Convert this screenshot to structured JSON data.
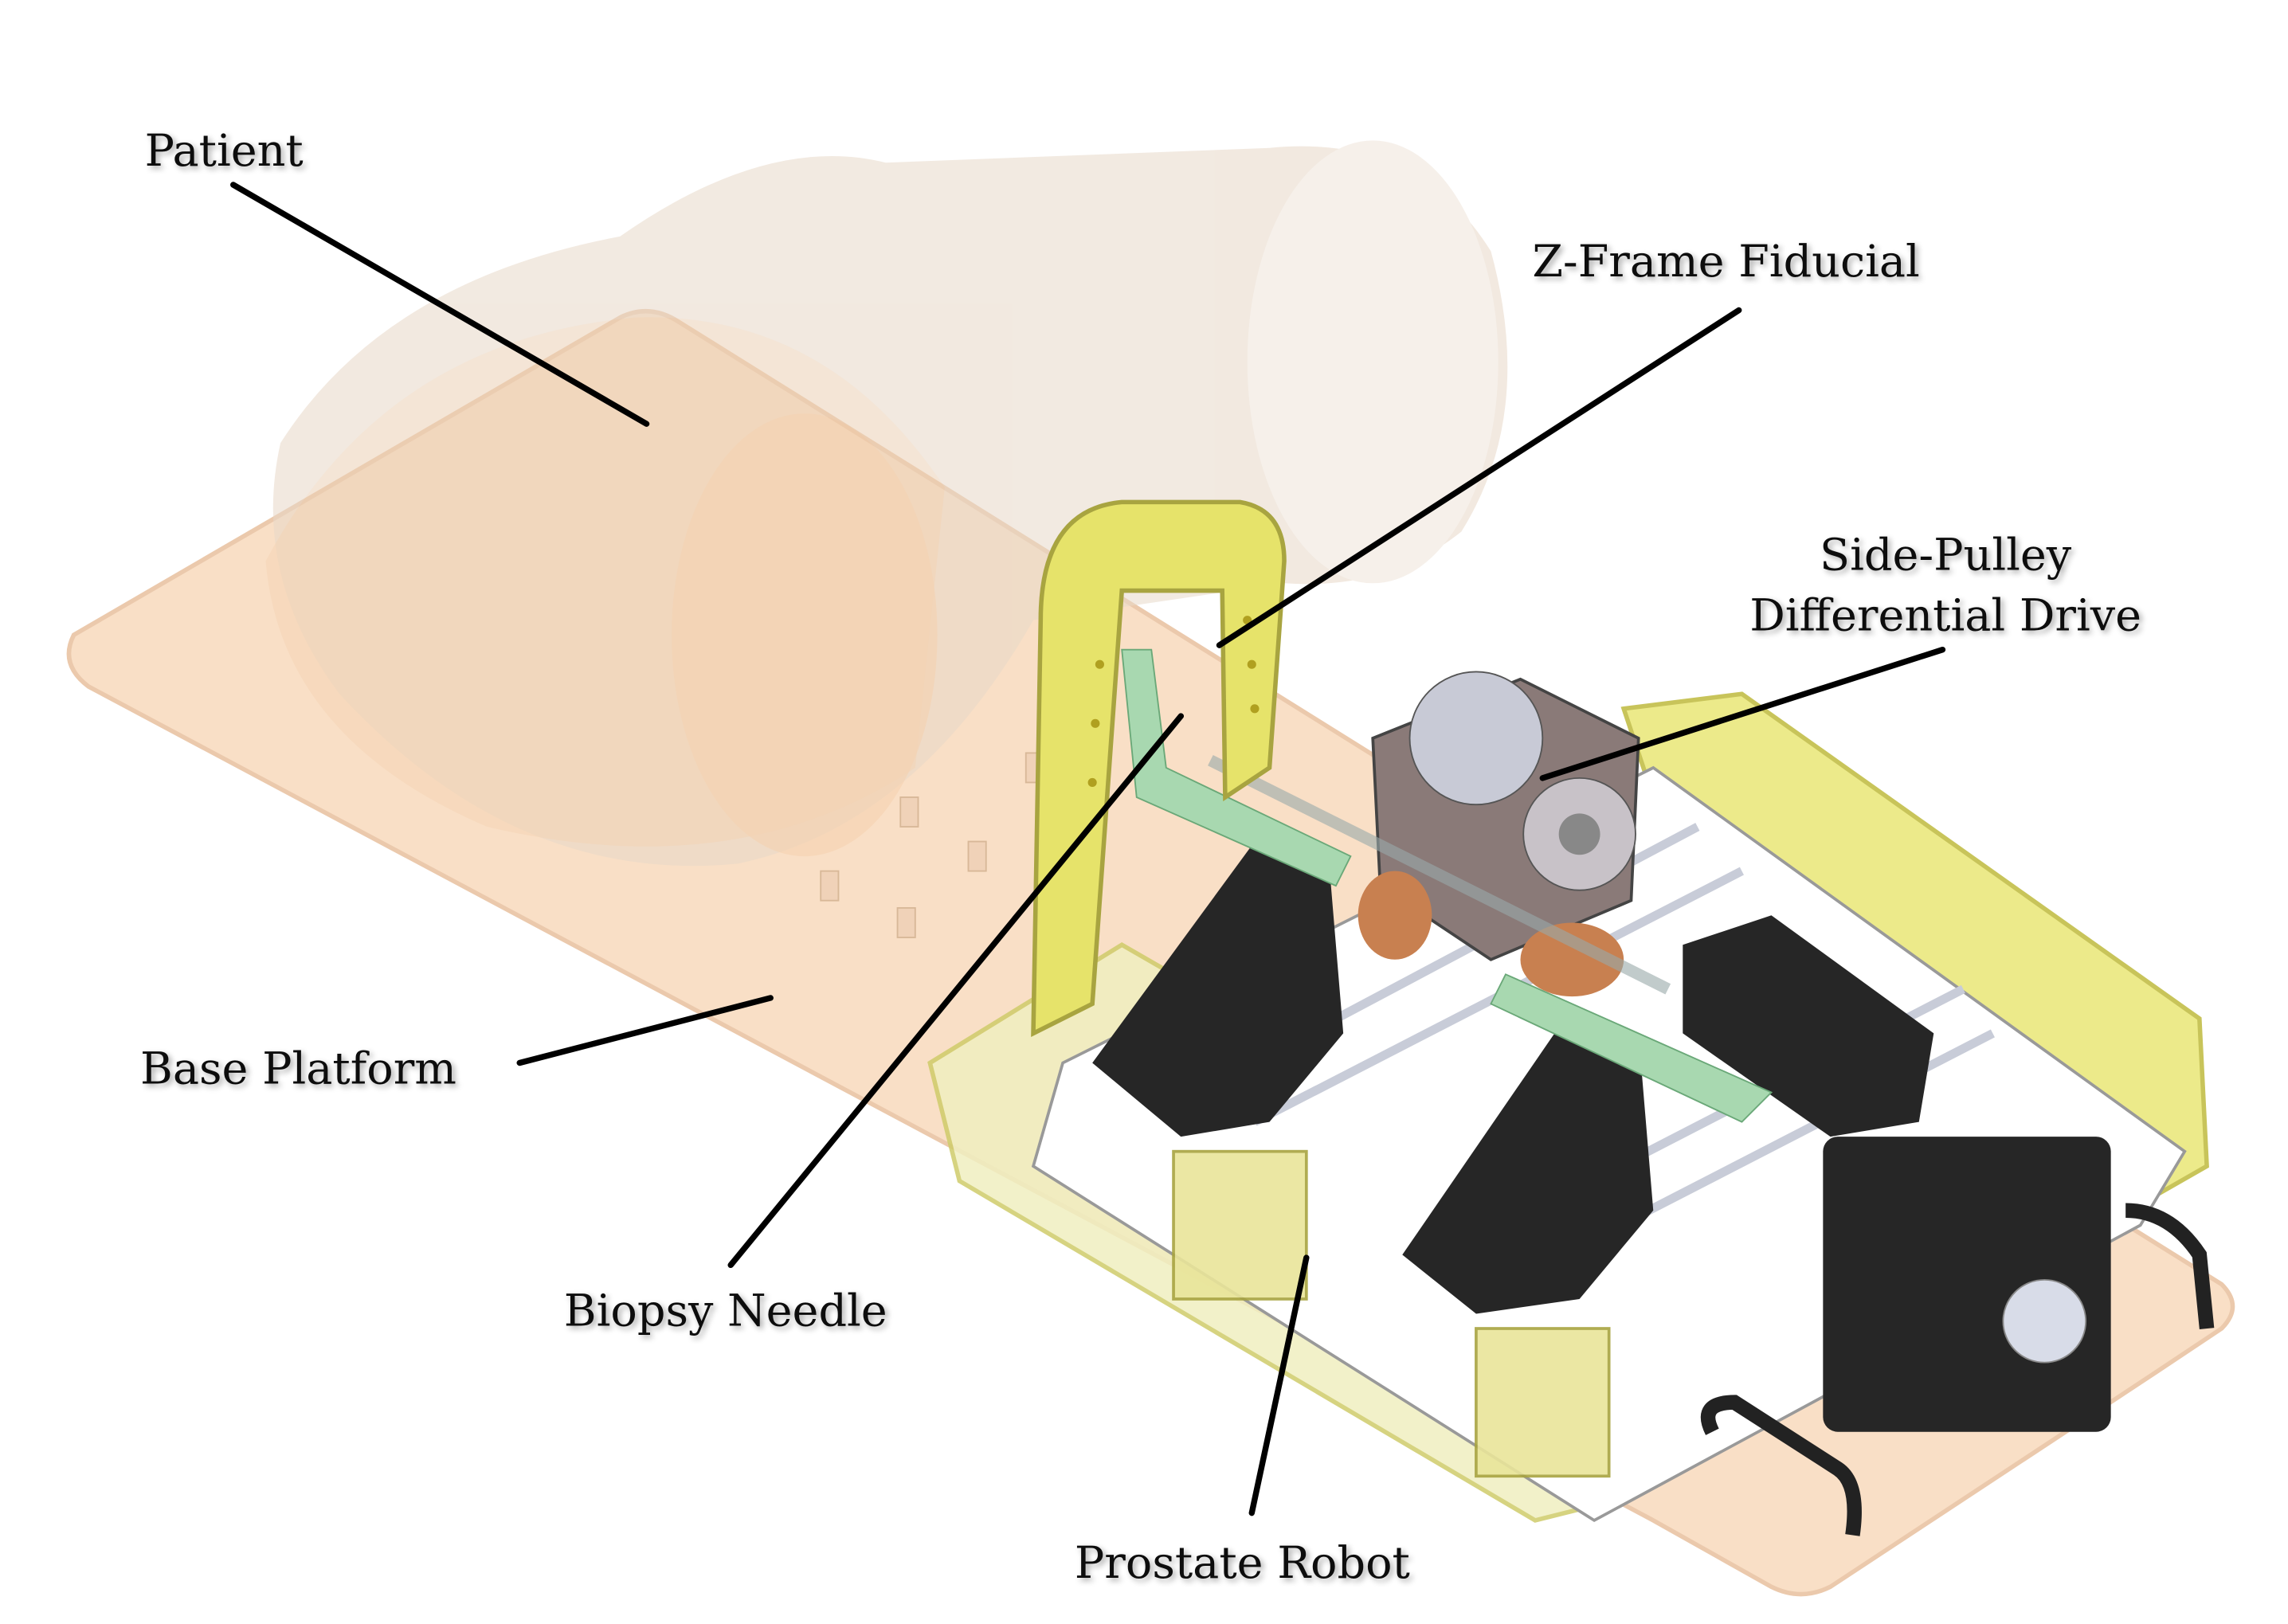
{
  "labels": {
    "patient": "Patient",
    "z_frame": "Z-Frame Fiducial",
    "side_pulley_line1": "Side-Pulley",
    "side_pulley_line2": "Differential Drive",
    "base_platform": "Base Platform",
    "biopsy_needle": "Biopsy Needle",
    "prostate_robot": "Prostate Robot"
  },
  "colors": {
    "platform": "#f9dcc0",
    "patient": "#e8d8c8",
    "frame_yellow": "#e6e36a",
    "robot_black": "#262626",
    "needle_green": "#a8d8b0"
  }
}
